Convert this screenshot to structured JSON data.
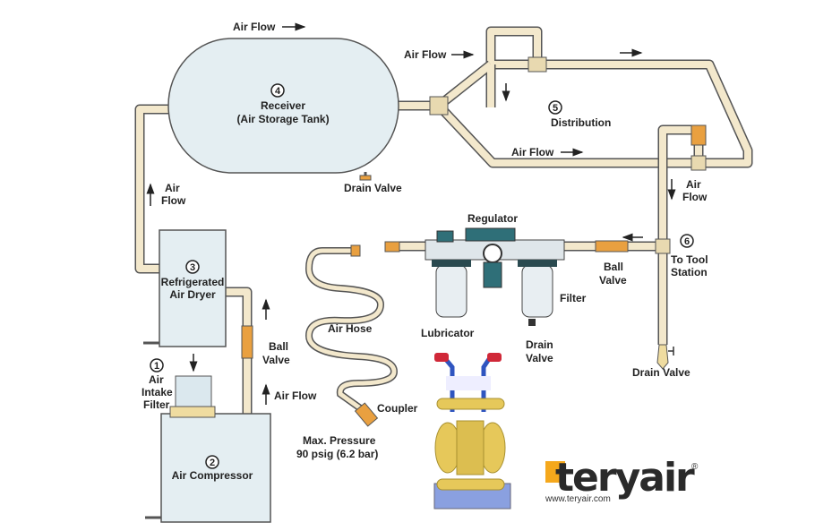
{
  "labels": {
    "air_flow_top": "Air Flow",
    "air_flow_dist_top": "Air Flow",
    "air_flow_dist_bottom": "Air Flow",
    "air_flow_right_1": "Air",
    "air_flow_right_2": "Flow",
    "air_flow_left_1": "Air",
    "air_flow_left_2": "Flow",
    "air_flow_compressor": "Air Flow",
    "receiver_num": "4",
    "receiver_1": "Receiver",
    "receiver_2": "(Air Storage Tank)",
    "receiver_drain": "Drain Valve",
    "distribution_num": "5",
    "distribution": "Distribution",
    "tool_num": "6",
    "tool_1": "To Tool",
    "tool_2": "Station",
    "tool_drain": "Drain Valve",
    "dryer_num": "3",
    "dryer_1": "Refrigerated",
    "dryer_2": "Air Dryer",
    "intake_num": "1",
    "intake_1": "Air",
    "intake_2": "Intake",
    "intake_3": "Filter",
    "compressor_num": "2",
    "compressor": "Air Compressor",
    "ball_valve_left_1": "Ball",
    "ball_valve_left_2": "Valve",
    "ball_valve_right_1": "Ball",
    "ball_valve_right_2": "Valve",
    "regulator": "Regulator",
    "lubricator": "Lubricator",
    "filter": "Filter",
    "filter_drain_1": "Drain",
    "filter_drain_2": "Valve",
    "air_hose": "Air Hose",
    "coupler": "Coupler",
    "max_pressure_1": "Max. Pressure",
    "max_pressure_2": "90 psig (6.2 bar)"
  },
  "logo": {
    "brand": "teryair",
    "url": "www.teryair.com",
    "reg": "®"
  },
  "colors": {
    "pipe": "#f3e8cc",
    "tank": "#e4eef2",
    "valve": "#e9a040",
    "logo_accent": "#f5a81c",
    "regulator": "#2f6f78"
  }
}
